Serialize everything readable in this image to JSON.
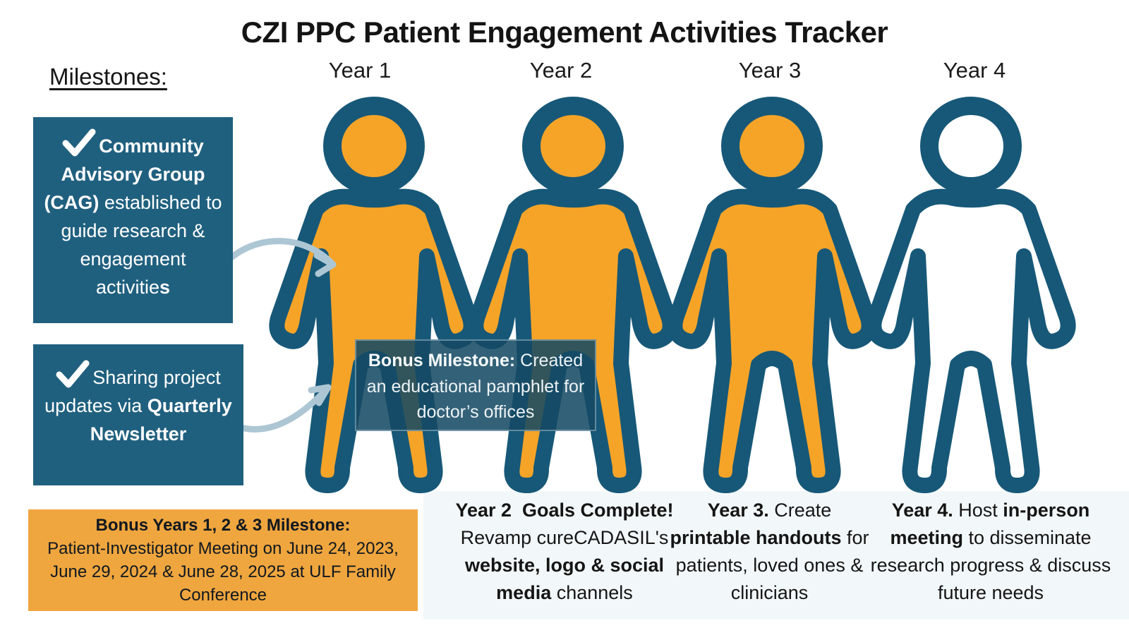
{
  "title": "CZI PPC Patient Engagement Activities Tracker",
  "milestones_label": "Milestones:",
  "years": [
    "Year 1",
    "Year 2",
    "Year 3",
    "Year 4"
  ],
  "figures": [
    {
      "label": "Year 1",
      "filled": true
    },
    {
      "label": "Year 2",
      "filled": true
    },
    {
      "label": "Year 3",
      "filled": true
    },
    {
      "label": "Year 4",
      "filled": false
    }
  ],
  "colors": {
    "figure_outline": "#175878",
    "figure_fill": "#F6A428",
    "figure_unfilled": "#FFFFFF",
    "milestone_box_bg": "#20607F",
    "milestone_text": "#FFFFFF",
    "bonus_box_bg": "#F0A63E",
    "overlay_bg": "rgba(21,73,100,0.87)",
    "arrow": "#ADC6D4",
    "strip_bg": "#F2F8F9"
  },
  "icons": {
    "check": "✓",
    "arrow": "curved-right-arrow"
  },
  "milestone_boxes": [
    {
      "runs": [
        {
          "t": "Community Advisory Group (CAG)",
          "b": true
        },
        {
          "t": " established to guide research & engagement activitie",
          "b": false
        },
        {
          "t": "s",
          "b": true
        }
      ]
    },
    {
      "runs": [
        {
          "t": "Sharing project updates via ",
          "b": false
        },
        {
          "t": "Quarterly Newsletter",
          "b": true
        }
      ]
    }
  ],
  "bonus_box": {
    "title": "Bonus Years 1, 2 & 3 Milestone:",
    "body": "Patient-Investigator Meeting on June 24, 2023, June 29, 2024 & June 28, 2025 at ULF Family Conference"
  },
  "overlay": {
    "runs": [
      {
        "t": "Bonus Milestone:",
        "b": true
      },
      {
        "t": " Created an educational pamphlet for doctor’s offices",
        "b": false
      }
    ]
  },
  "year_columns": [
    {
      "name": "year-2-summary",
      "runs": [
        {
          "t": "Year 2  Goals Complete!",
          "b": true
        },
        {
          "t": " Revamp cureCADASIL's ",
          "b": false
        },
        {
          "t": "website, logo & social media",
          "b": true
        },
        {
          "t": " channels",
          "b": false
        }
      ]
    },
    {
      "name": "year-3-summary",
      "runs": [
        {
          "t": "Year 3.",
          "b": true
        },
        {
          "t": " Create ",
          "b": false
        },
        {
          "t": "printable handouts",
          "b": true
        },
        {
          "t": " for patients, loved ones & clinicians",
          "b": false
        }
      ]
    },
    {
      "name": "year-4-summary",
      "runs": [
        {
          "t": "Year 4.",
          "b": true
        },
        {
          "t": " Host ",
          "b": false
        },
        {
          "t": "in-person meeting",
          "b": true
        },
        {
          "t": " to disseminate research progress & discuss future needs",
          "b": false
        }
      ]
    }
  ]
}
